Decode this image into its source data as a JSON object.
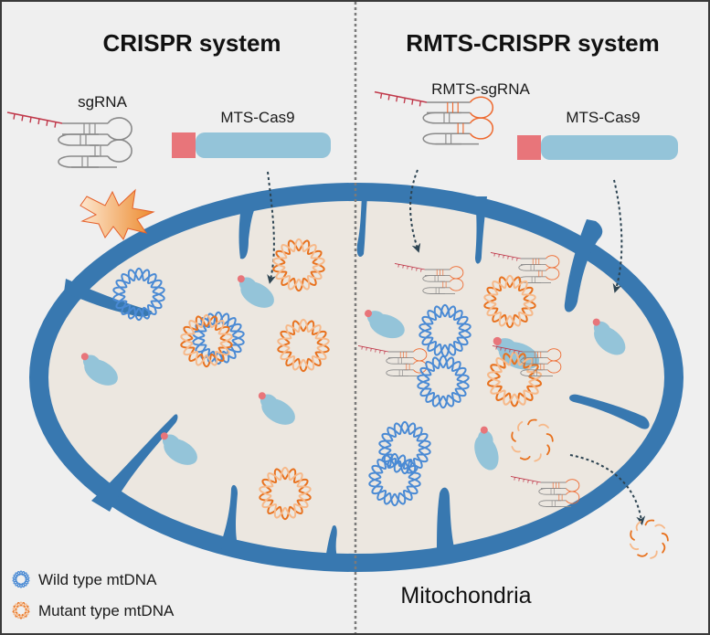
{
  "figure": {
    "panels": [
      {
        "title": "CRISPR system",
        "guide_label": "sgRNA",
        "protein_label": "MTS-Cas9",
        "guide_fate": "blocked at outer membrane (burst)"
      },
      {
        "title": "RMTS-CRISPR system",
        "guide_label": "RMTS-sgRNA",
        "protein_label": "MTS-Cas9",
        "guide_fate": "imported into mitochondria"
      }
    ],
    "organelle_label": "Mitochondria",
    "legend": [
      {
        "label": "Wild type mtDNA",
        "color": "#4a8ad4"
      },
      {
        "label": "Mutant type mtDNA",
        "color": "#e8721f"
      }
    ],
    "colors": {
      "background": "#efefef",
      "membrane": "#3878b0",
      "matrix": "#ece7e0",
      "cas9_body": "#94c4d9",
      "mts_tag": "#e8757a",
      "spacer": "#c0384a",
      "scaffold": "#8a8a8a",
      "rmts_motif": "#ee6a30",
      "arrow": "#2d4452",
      "wild_dna": "#4a8ad4",
      "mutant_dna": "#e8721f",
      "mutant_dna_light": "#f6b98a"
    }
  }
}
